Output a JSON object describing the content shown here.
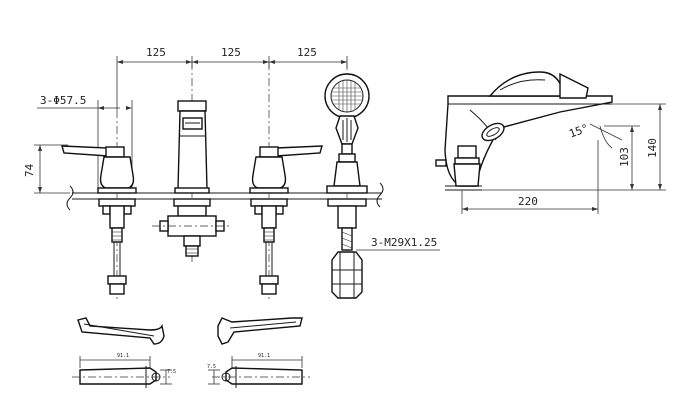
{
  "colors": {
    "line": "#1a1a1a",
    "background": "#ffffff"
  },
  "front_view": {
    "dim_spacing_1": "125",
    "dim_spacing_2": "125",
    "dim_spacing_3": "125",
    "dim_hole_diameter": "3-Φ57.5",
    "dim_handle_height": "74",
    "dim_thread": "3-M29X1.25"
  },
  "side_view": {
    "dim_angle": "15°",
    "dim_spout_height": "103",
    "dim_total_height": "140",
    "dim_length": "220"
  },
  "handle_detail": {
    "dim_left_length": "91.1",
    "dim_left_small": "7.5",
    "dim_right_length": "91.1",
    "dim_right_small": "7.5"
  }
}
